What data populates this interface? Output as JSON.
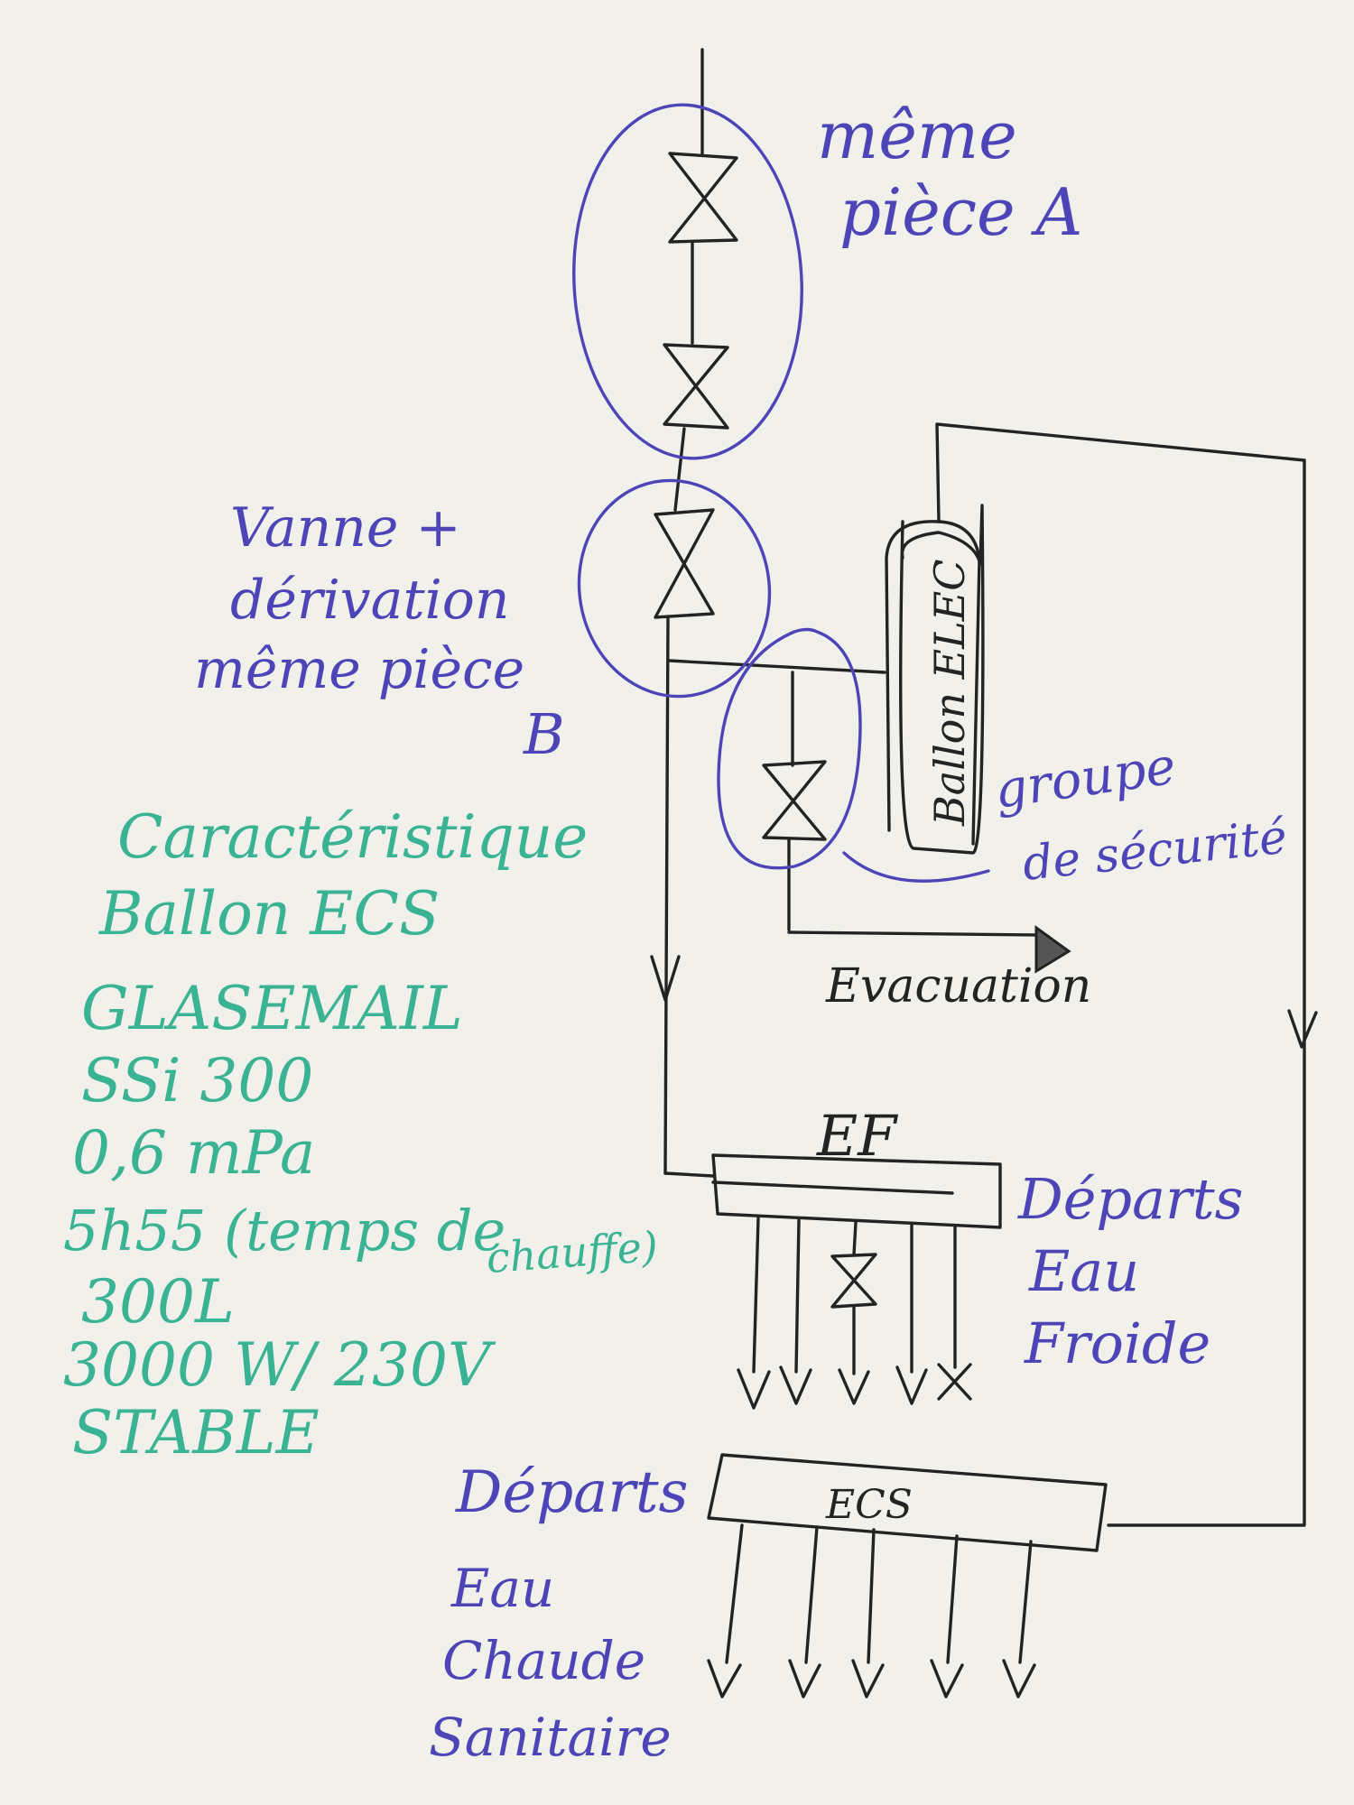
{
  "colors": {
    "paper": "#f1f0ea",
    "black_ink": "#232323",
    "blue_ink": "#4c45b8",
    "green_ink": "#39b394"
  },
  "labels": {
    "piece_a": [
      "même",
      "pièce A"
    ],
    "piece_b": [
      "Vanne +",
      "dérivation",
      "même pièce",
      "B"
    ],
    "ballon": "Ballon ELEC",
    "groupe": [
      "groupe",
      "de sécurité"
    ],
    "evacuation": "Evacuation",
    "ef": "EF",
    "ecs": "ECS",
    "departs_ef": [
      "Départs",
      "Eau",
      "Froide"
    ],
    "departs_ecs": [
      "Départs",
      "Eau",
      "Chaude",
      "Sanitaire"
    ]
  },
  "characteristics": {
    "title": [
      "Caractéristique",
      "Ballon ECS"
    ],
    "lines": [
      "GLASEMAIL",
      "SSi 300",
      "0,6 mPa",
      "5h55 (temps de",
      "chauffe)",
      "300L",
      "3000 W/ 230V",
      "STABLE"
    ]
  }
}
